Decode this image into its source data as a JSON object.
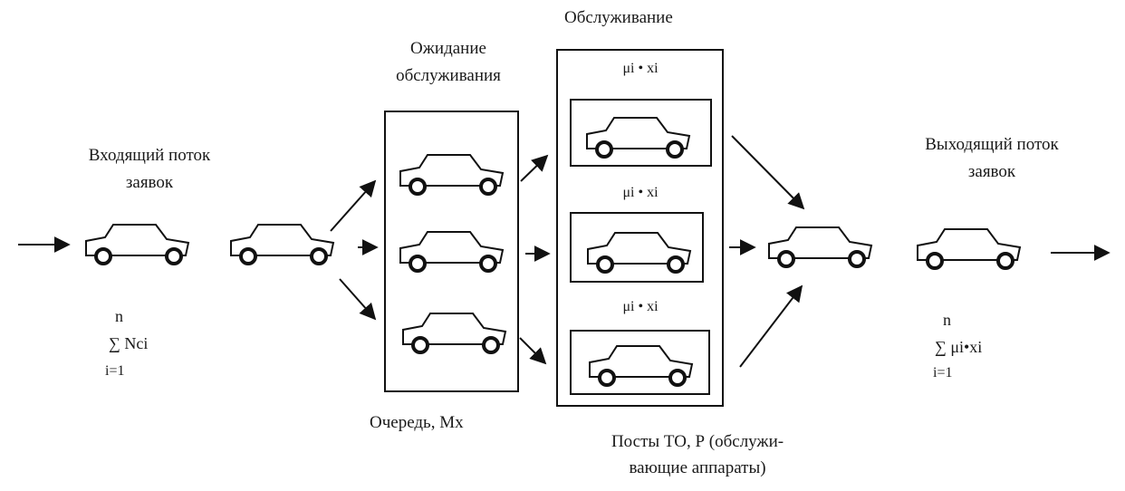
{
  "labels": {
    "service_top": "Обслуживание",
    "waiting_line1": "Ожидание",
    "waiting_line2": "обслуживания",
    "incoming_line1": "Входящий поток",
    "incoming_line2": "заявок",
    "outgoing_line1": "Выходящий поток",
    "outgoing_line2": "заявок",
    "queue": "Очередь, Мх",
    "posts_line1": "Посты ТО, Р (обслужи-",
    "posts_line2": "вающие аппараты)"
  },
  "rates": [
    "μi • xi",
    "μi • xi",
    "μi • xi"
  ],
  "formula_in": {
    "upper": "n",
    "sum": "∑ Nci",
    "lower": "i=1"
  },
  "formula_out": {
    "upper": "n",
    "sum": "∑  μi•xi",
    "lower": "i=1"
  }
}
